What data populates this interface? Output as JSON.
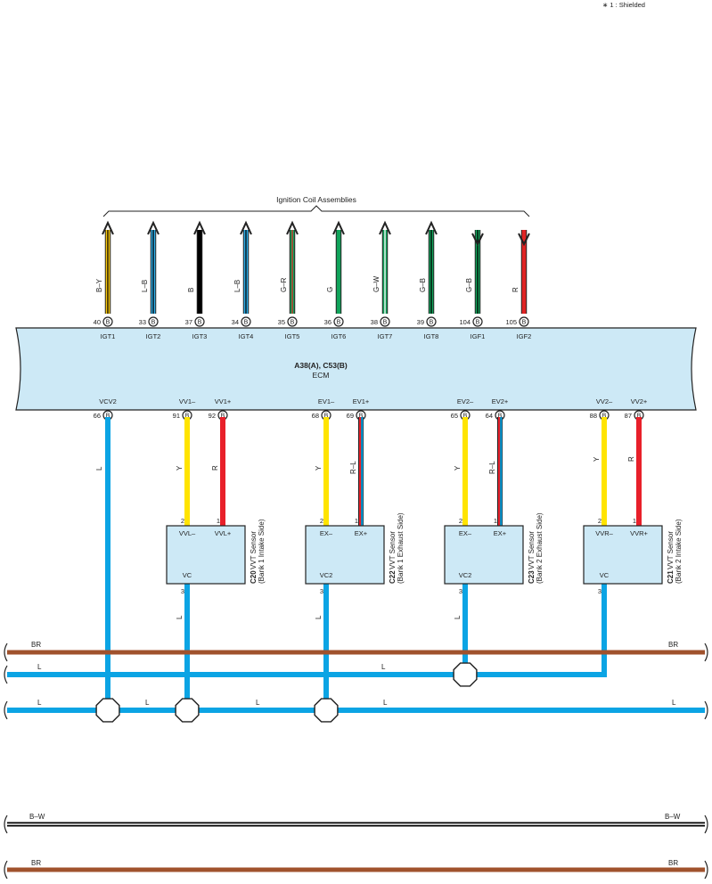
{
  "legend": {
    "note": "∗ 1 : Shielded"
  },
  "ignition_coils": {
    "title": "Ignition Coil Assemblies"
  },
  "ecm": {
    "connectors": "A38(A), C53(B)",
    "name": "ECM",
    "top_pins": [
      {
        "num": "40",
        "conn": "B",
        "name": "IGT1",
        "wire": "B–Y",
        "colors": [
          "#f9c80e",
          "#000000"
        ]
      },
      {
        "num": "33",
        "conn": "B",
        "name": "IGT2",
        "wire": "L–B",
        "colors": [
          "#2eaee8",
          "#000000"
        ]
      },
      {
        "num": "37",
        "conn": "B",
        "name": "IGT3",
        "wire": "B",
        "colors": [
          "#000000",
          "#000000"
        ]
      },
      {
        "num": "34",
        "conn": "B",
        "name": "IGT4",
        "wire": "L–B",
        "colors": [
          "#2eaee8",
          "#000000"
        ]
      },
      {
        "num": "35",
        "conn": "B",
        "name": "IGT5",
        "wire": "G–R",
        "colors": [
          "#10a35a",
          "#e02424"
        ]
      },
      {
        "num": "36",
        "conn": "B",
        "name": "IGT6",
        "wire": "G",
        "colors": [
          "#10a35a",
          "#10a35a"
        ]
      },
      {
        "num": "38",
        "conn": "B",
        "name": "IGT7",
        "wire": "G–W",
        "colors": [
          "#10a35a",
          "#ffffff"
        ]
      },
      {
        "num": "39",
        "conn": "B",
        "name": "IGT8",
        "wire": "G–B",
        "colors": [
          "#10a35a",
          "#000000"
        ]
      },
      {
        "num": "104",
        "conn": "B",
        "name": "IGF1",
        "wire": "G–B",
        "colors": [
          "#10a35a",
          "#000000"
        ]
      },
      {
        "num": "105",
        "conn": "B",
        "name": "IGF2",
        "wire": "R",
        "colors": [
          "#e02424",
          "#e02424"
        ]
      }
    ],
    "bottom_pins": [
      {
        "num": "66",
        "conn": "B",
        "name": "VCV2"
      },
      {
        "num": "91",
        "conn": "B",
        "name": "VV1–"
      },
      {
        "num": "92",
        "conn": "B",
        "name": "VV1+"
      },
      {
        "num": "68",
        "conn": "B",
        "name": "EV1–"
      },
      {
        "num": "69",
        "conn": "B",
        "name": "EV1+"
      },
      {
        "num": "65",
        "conn": "B",
        "name": "EV2–"
      },
      {
        "num": "64",
        "conn": "B",
        "name": "EV2+"
      },
      {
        "num": "88",
        "conn": "B",
        "name": "VV2–"
      },
      {
        "num": "87",
        "conn": "B",
        "name": "VV2+"
      }
    ]
  },
  "sensors": [
    {
      "code": "C20",
      "title": "VVT Sensor",
      "side": "(Bank 1 Intake Side)",
      "pin_minus": "VVL–",
      "pin_plus": "VVL+",
      "pin_vc": "VC",
      "n_minus": "2",
      "n_plus": "1",
      "n_vc": "3",
      "wire_minus": "Y",
      "wire_plus": "R",
      "wire_vc": "L"
    },
    {
      "code": "C22",
      "title": "VVT Sensor",
      "side": "(Bank 1 Exhaust Side)",
      "pin_minus": "EX–",
      "pin_plus": "EX+",
      "pin_vc": "VC2",
      "n_minus": "2",
      "n_plus": "1",
      "n_vc": "3",
      "wire_minus": "Y",
      "wire_plus": "R–L",
      "wire_vc": "L"
    },
    {
      "code": "C23",
      "title": "VVT Sensor",
      "side": "(Bank 2 Exhaust Side)",
      "pin_minus": "EX–",
      "pin_plus": "EX+",
      "pin_vc": "VC2",
      "n_minus": "2",
      "n_plus": "1",
      "n_vc": "3",
      "wire_minus": "Y",
      "wire_plus": "R–L",
      "wire_vc": "L"
    },
    {
      "code": "C21",
      "title": "VVT Sensor",
      "side": "(Bank 2 Intake Side)",
      "pin_minus": "VVR–",
      "pin_plus": "VVR+",
      "pin_vc": "VC",
      "n_minus": "2",
      "n_plus": "1",
      "n_vc": "3",
      "wire_minus": "Y",
      "wire_plus": "R",
      "wire_vc": "L"
    }
  ],
  "wire_labels": {
    "vcv2": "L",
    "br_top_left": "BR",
    "br_top_right": "BR",
    "l1_left": "L",
    "l1_mid": "L",
    "l2_left": "L",
    "l2_a": "L",
    "l2_b": "L",
    "l2_c": "L",
    "l2_right": "L",
    "bw_left": "B–W",
    "bw_right": "B–W",
    "br_bot_left": "BR",
    "br_bot_right": "BR"
  },
  "colors": {
    "ecm_fill": "#cde9f6",
    "wire_blue": "#0ba4e4",
    "wire_yellow": "#ffe400",
    "wire_red": "#e8202a",
    "wire_brown": "#a0522d",
    "wire_black": "#000000"
  }
}
